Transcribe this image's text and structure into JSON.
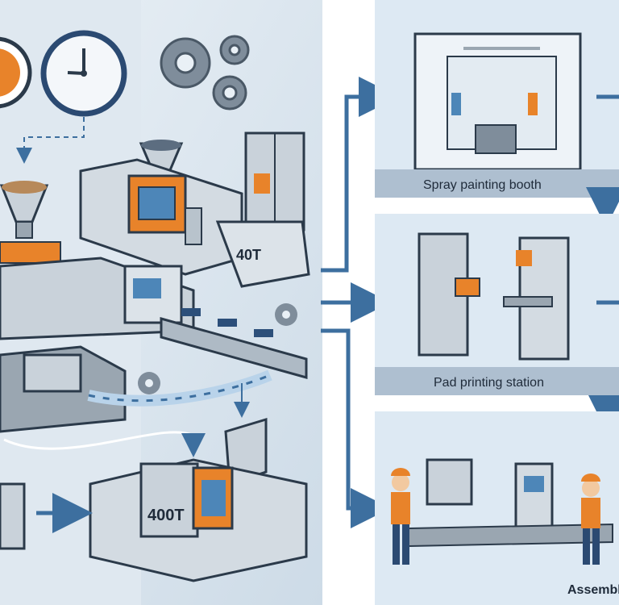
{
  "labels": {
    "machine_small": "40T",
    "machine_large": "400T",
    "spray_booth": "Spray painting booth",
    "pad_printing": "Pad printing station",
    "assembly": "Assembl"
  },
  "colors": {
    "accent_orange": "#e8832a",
    "flow_blue": "#3d6f9f",
    "panel_bg": "#dde9f3",
    "machine_gray": "#c9d2da",
    "outline": "#2b3a4a"
  }
}
